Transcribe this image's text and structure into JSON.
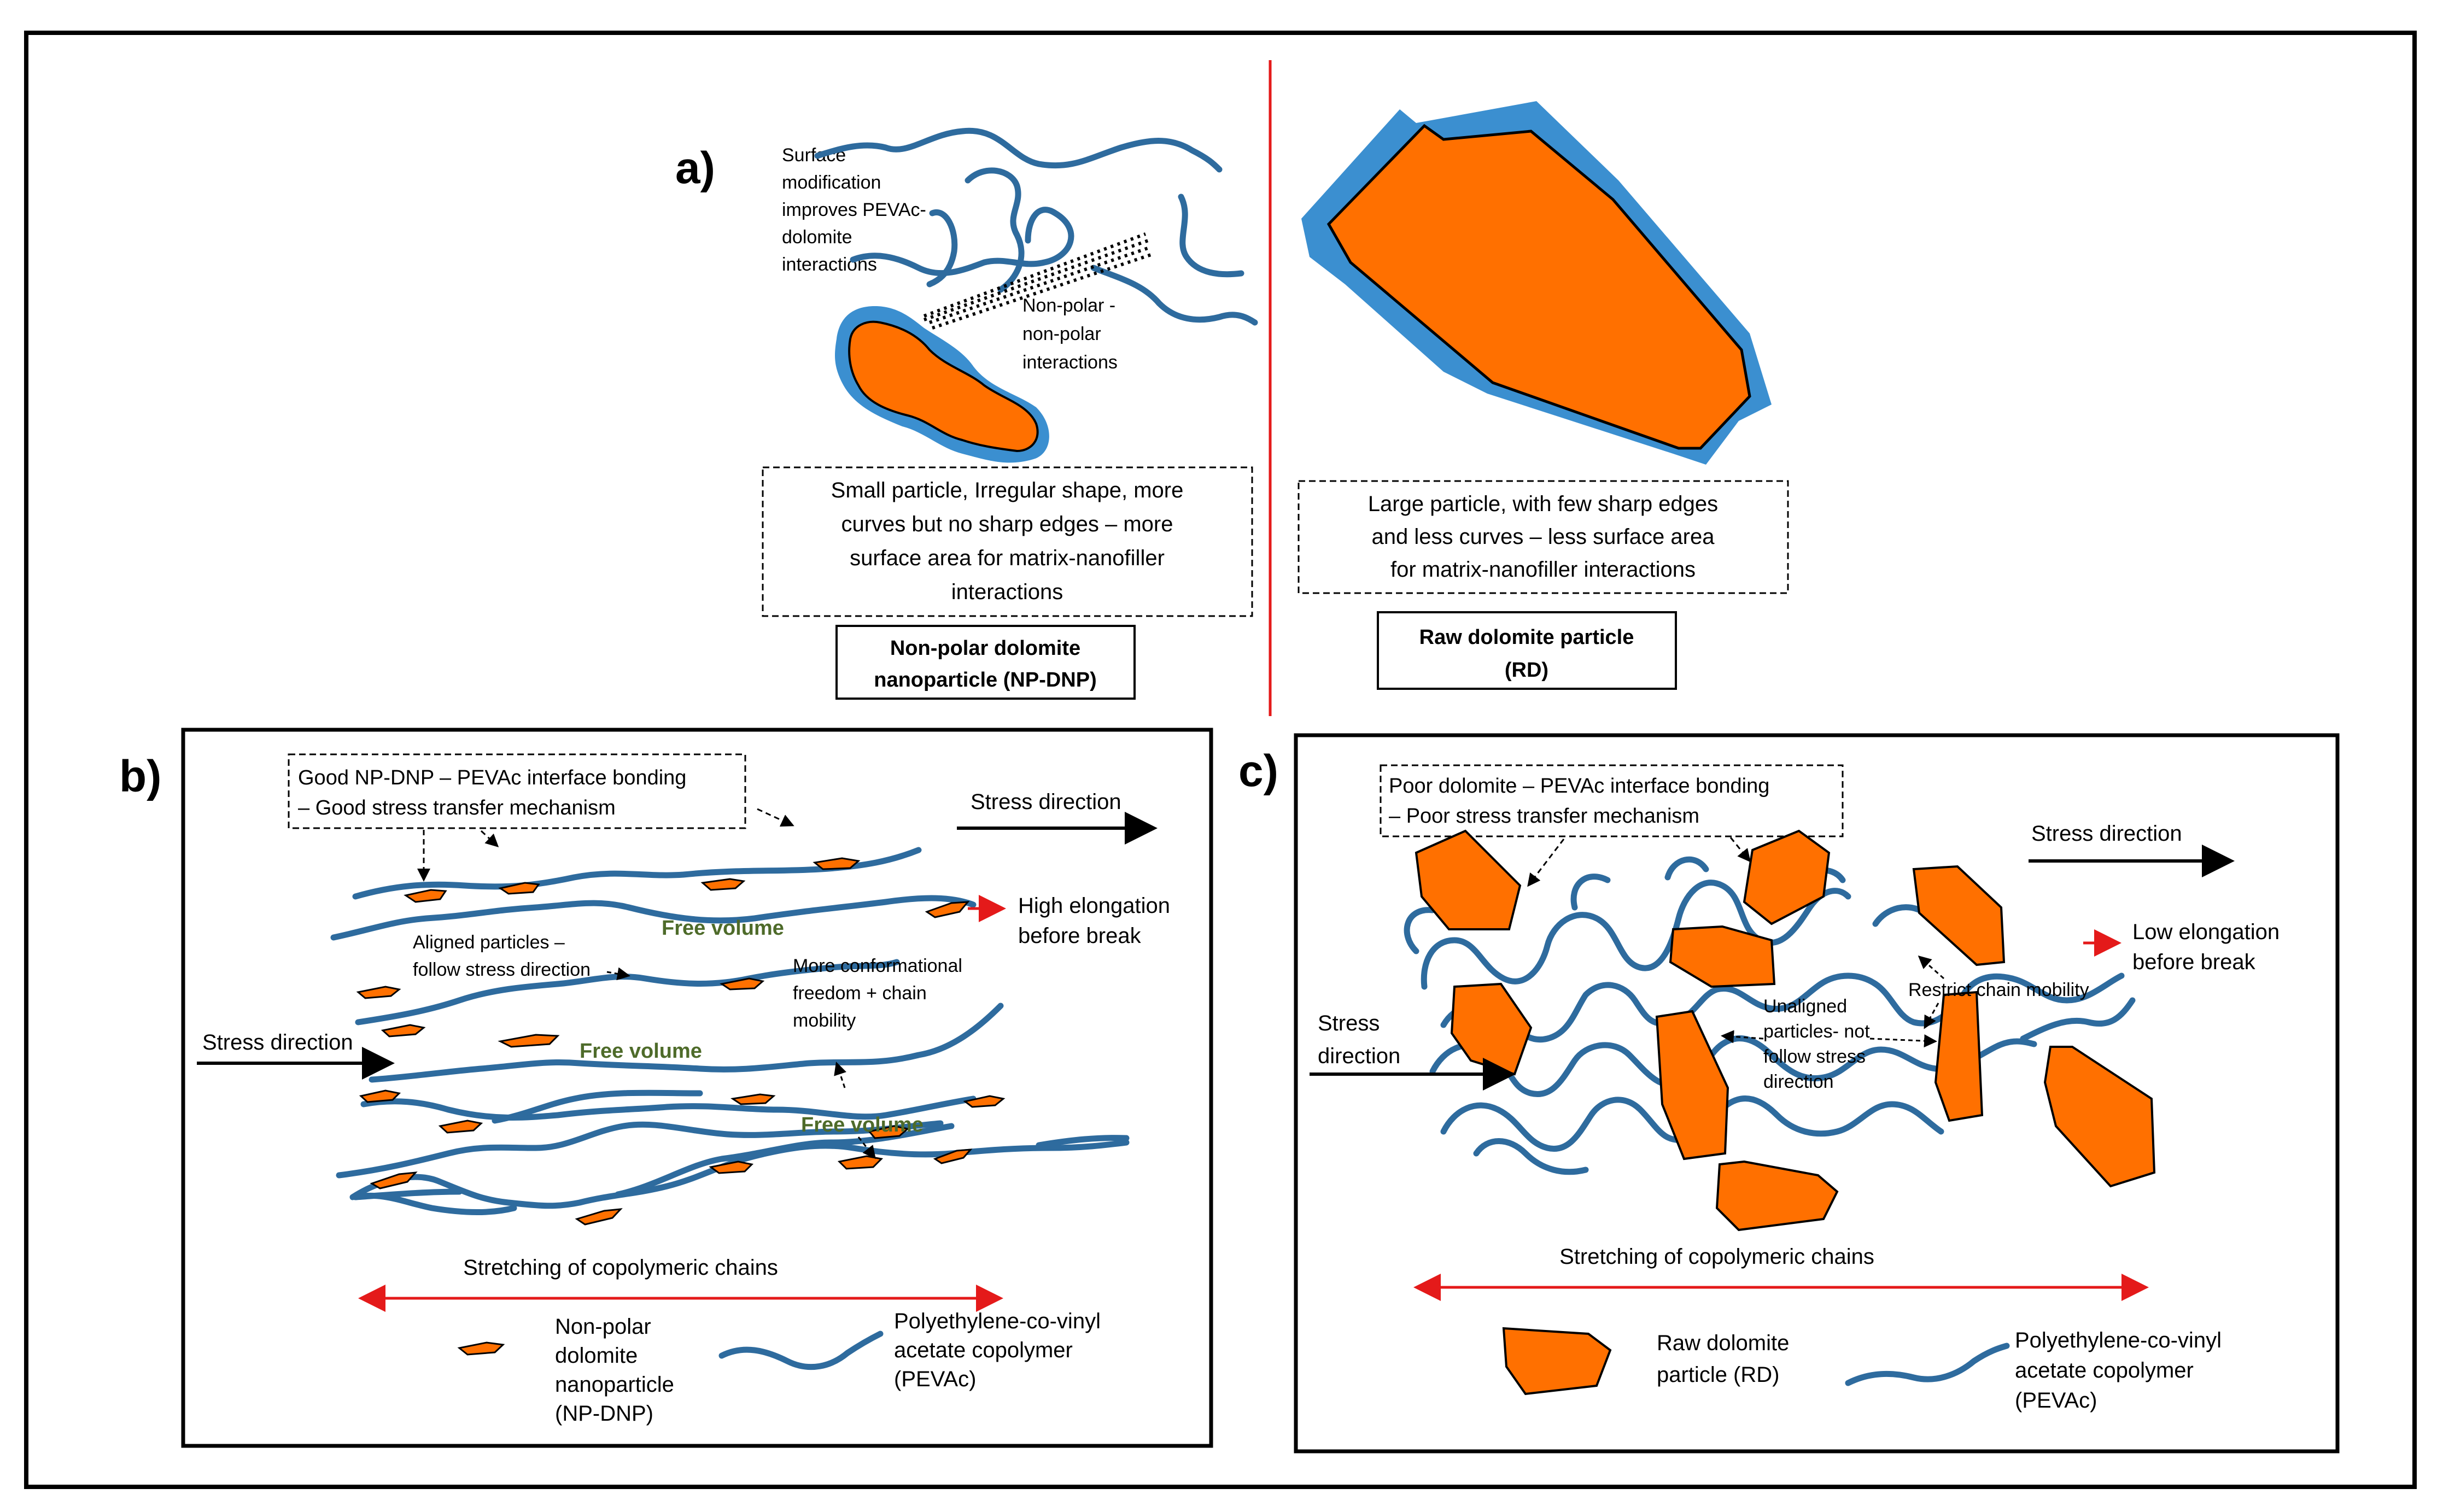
{
  "panel_a": {
    "label": "a)",
    "np_note": [
      "Surface",
      "modification",
      "improves PEVAc-",
      "dolomite",
      "interactions"
    ],
    "nonpolar_note": [
      "Non-polar -",
      "non-polar",
      "interactions"
    ],
    "np_box": [
      "Small particle, Irregular shape, more",
      "curves but no sharp edges – more",
      "surface area for matrix-nanofiller",
      "interactions"
    ],
    "np_title": [
      "Non-polar dolomite",
      "nanoparticle  (NP-DNP)"
    ],
    "rd_box": [
      "Large particle, with few sharp edges",
      "and less curves –  less surface area",
      "for matrix-nanofiller interactions"
    ],
    "rd_title": [
      "Raw dolomite particle",
      "(RD)"
    ]
  },
  "panel_b": {
    "label": "b)",
    "interface_box": [
      "Good NP-DNP – PEVAc interface bonding",
      "– Good stress transfer mechanism"
    ],
    "stress_right": "Stress direction",
    "high_elongation": [
      "High elongation",
      "before break"
    ],
    "aligned": [
      "Aligned particles –",
      "follow stress direction"
    ],
    "free_volume_1": "Free volume",
    "free_volume_2": "Free volume",
    "free_volume_3": "Free volume",
    "conformational": [
      "More conformational",
      "freedom + chain",
      "mobility"
    ],
    "stress_left": "Stress direction",
    "stretching": "Stretching of copolymeric chains",
    "legend_particle": [
      "Non-polar",
      "dolomite",
      "nanoparticle",
      "(NP-DNP)"
    ],
    "legend_chain": [
      "Polyethylene-co-vinyl",
      "acetate copolymer",
      "(PEVAc)"
    ]
  },
  "panel_c": {
    "label": "c)",
    "interface_box": [
      "Poor dolomite – PEVAc interface bonding",
      "– Poor stress transfer mechanism"
    ],
    "stress_right": "Stress direction",
    "low_elongation": [
      "Low elongation",
      "before break"
    ],
    "restrict": "Restrict chain mobility",
    "unaligned": [
      "Unaligned",
      "particles- not",
      "follow stress",
      "direction"
    ],
    "stress_left": [
      "Stress",
      "direction"
    ],
    "stretching": "Stretching of copolymeric chains",
    "legend_particle": [
      "Raw dolomite",
      "particle (RD)"
    ],
    "legend_chain": [
      "Polyethylene-co-vinyl",
      "acetate copolymer",
      "(PEVAc)"
    ]
  },
  "colors": {
    "particle": "#ff7000",
    "chain": "#2e6b9e",
    "coating": "#3b8fd0",
    "arrow_red": "#e41a1a",
    "free_volume": "#4e6b2a"
  }
}
